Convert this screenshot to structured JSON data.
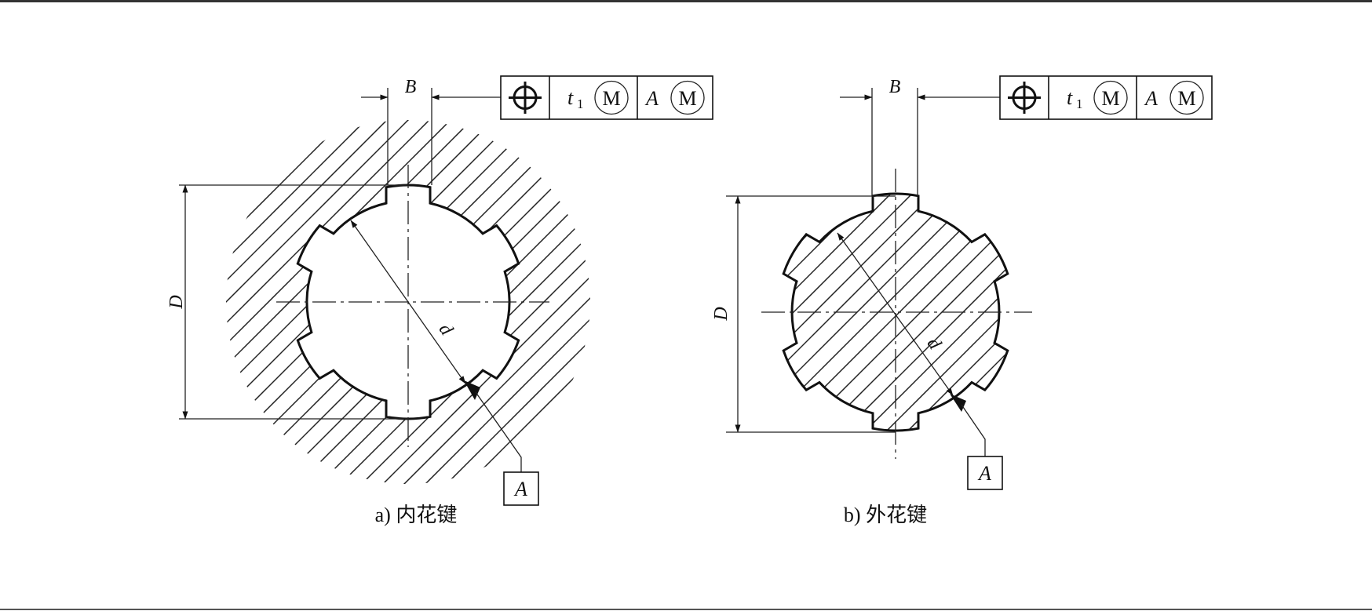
{
  "figures": [
    {
      "id": "internal",
      "caption": "a) 内花键",
      "dim_width": "B",
      "dim_major": "D",
      "dim_minor": "d",
      "datum_label": "A",
      "frame": {
        "symbol": "position-icon",
        "tolerance": "t",
        "tolerance_sub": "1",
        "modifier": "M",
        "datum": "A",
        "datum_modifier": "M"
      }
    },
    {
      "id": "external",
      "caption": "b) 外花键",
      "dim_width": "B",
      "dim_major": "D",
      "dim_minor": "d",
      "datum_label": "A",
      "frame": {
        "symbol": "position-icon",
        "tolerance": "t",
        "tolerance_sub": "1",
        "modifier": "M",
        "datum": "A",
        "datum_modifier": "M"
      }
    }
  ]
}
